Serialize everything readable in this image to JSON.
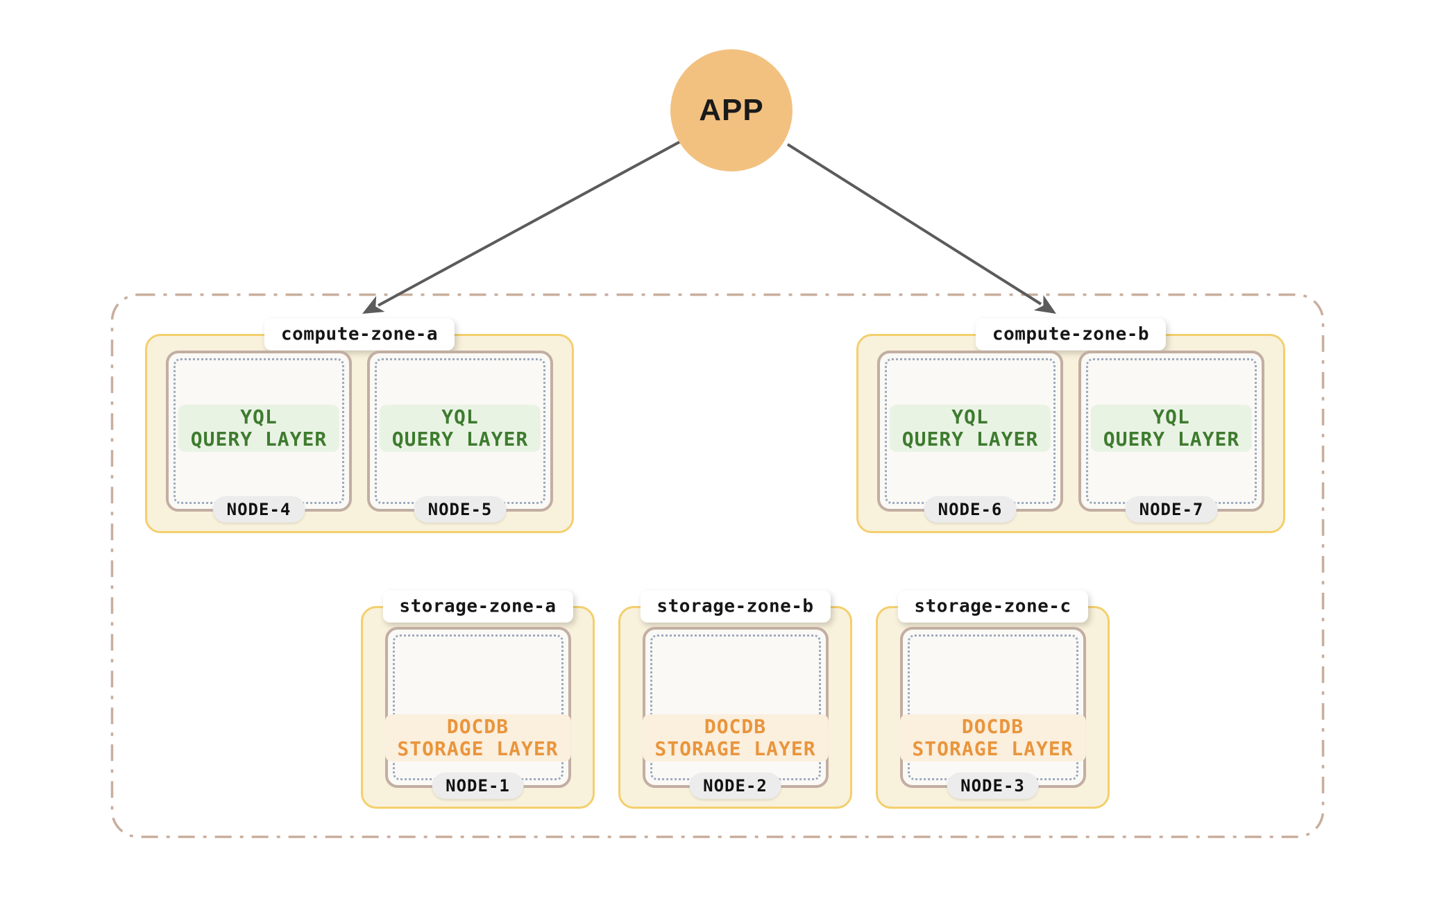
{
  "app": {
    "label": "APP"
  },
  "compute_zones": [
    {
      "label": "compute-zone-a",
      "nodes": [
        {
          "badge": "NODE-4"
        },
        {
          "badge": "NODE-5"
        }
      ]
    },
    {
      "label": "compute-zone-b",
      "nodes": [
        {
          "badge": "NODE-6"
        },
        {
          "badge": "NODE-7"
        }
      ]
    }
  ],
  "storage_zones": [
    {
      "label": "storage-zone-a",
      "nodes": [
        {
          "badge": "NODE-1"
        }
      ]
    },
    {
      "label": "storage-zone-b",
      "nodes": [
        {
          "badge": "NODE-2"
        }
      ]
    },
    {
      "label": "storage-zone-c",
      "nodes": [
        {
          "badge": "NODE-3"
        }
      ]
    }
  ],
  "yql_layer": {
    "line1": "YQL",
    "line2": "QUERY LAYER"
  },
  "docdb_layer": {
    "line1": "DOCDB",
    "line2": "STORAGE LAYER"
  },
  "colors": {
    "app_circle": "#f2c180",
    "arrow": "#5b5b5b",
    "cluster_dash": "#c9ae9d",
    "zone_border": "#f3cf6d",
    "zone_bg": "#f8f1db",
    "node_border": "#c2aea2",
    "node_bg": "#faf9f5",
    "node_dot": "#9daabf",
    "yql_text": "#3e7b2f",
    "yql_bg": "#e9f3e4",
    "docdb_text": "#e9953c",
    "docdb_bg": "#fbefde",
    "badge_bg": "#ececec",
    "label_bg": "#ffffff"
  }
}
